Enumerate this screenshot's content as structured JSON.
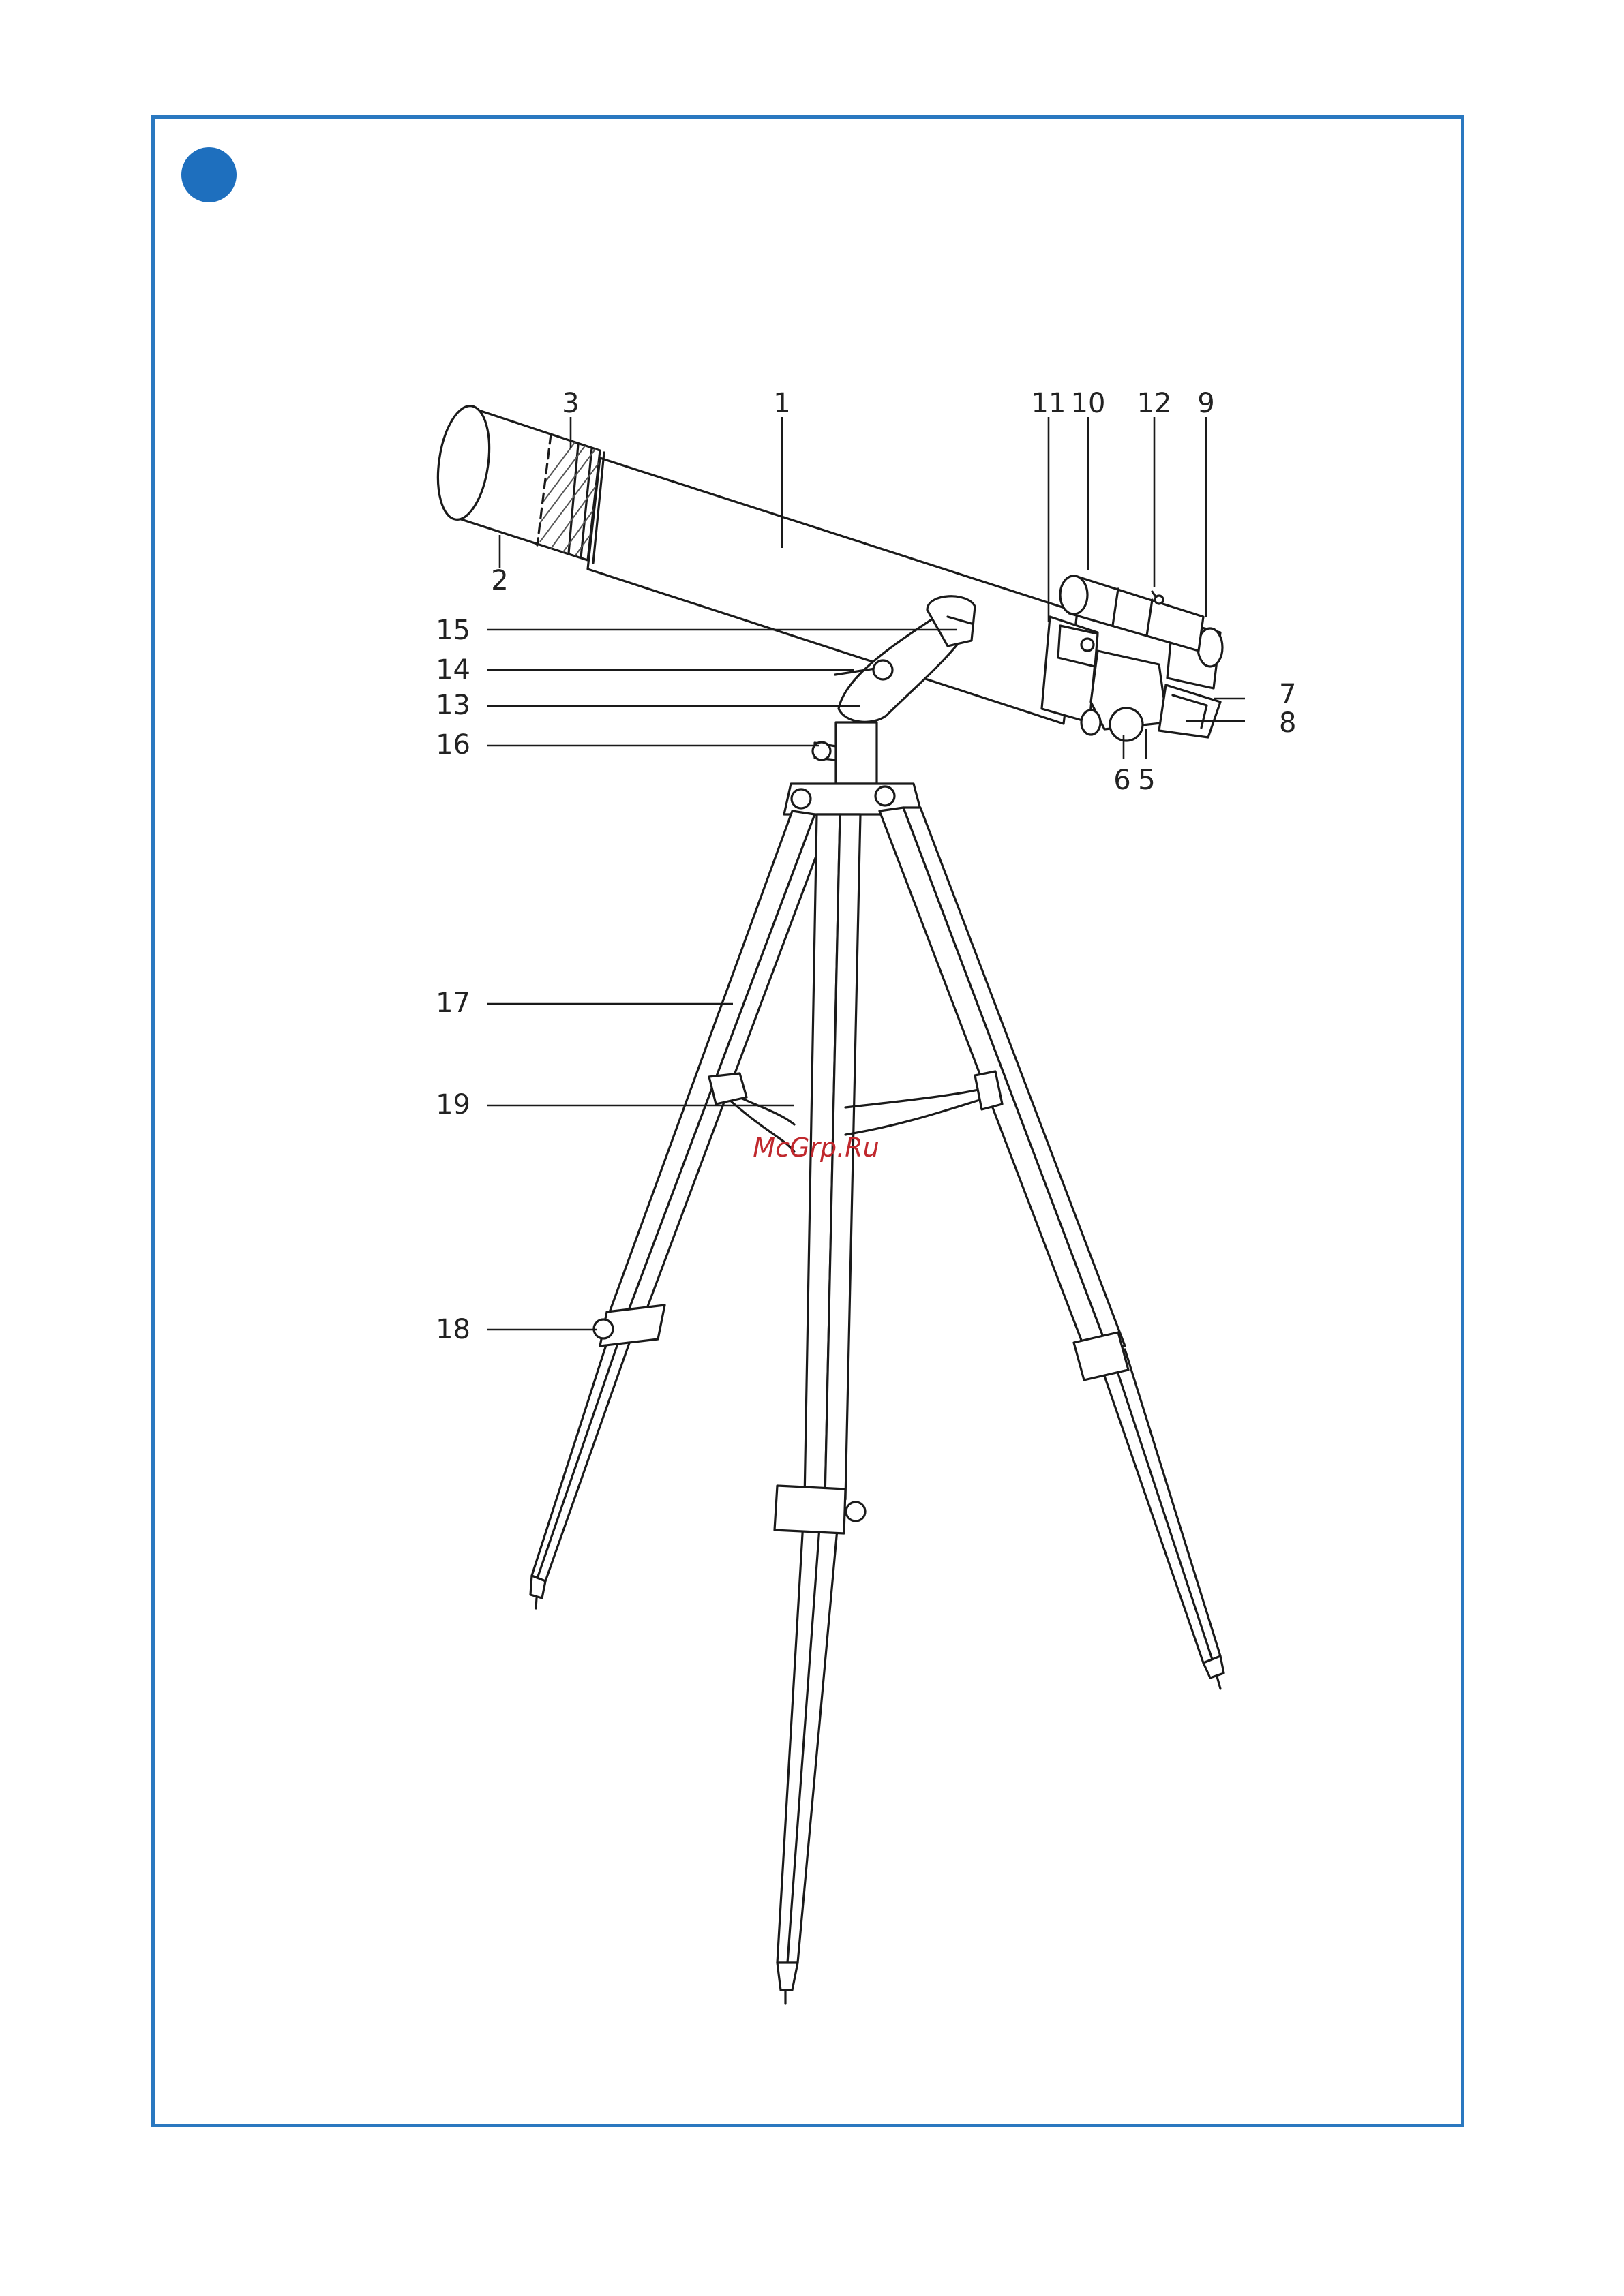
{
  "page": {
    "accent_color": "#2a78c0",
    "marker_color": "#1e6fbe",
    "watermark_color": "#c0282d"
  },
  "labels": {
    "l1": "1",
    "l2": "2",
    "l3": "3",
    "l5": "5",
    "l6": "6",
    "l7": "7",
    "l8": "8",
    "l9": "9",
    "l10": "10",
    "l11": "11",
    "l12": "12",
    "l13": "13",
    "l14": "14",
    "l15": "15",
    "l16": "16",
    "l17": "17",
    "l18": "18",
    "l19": "19"
  },
  "watermark": "McGrp.Ru"
}
